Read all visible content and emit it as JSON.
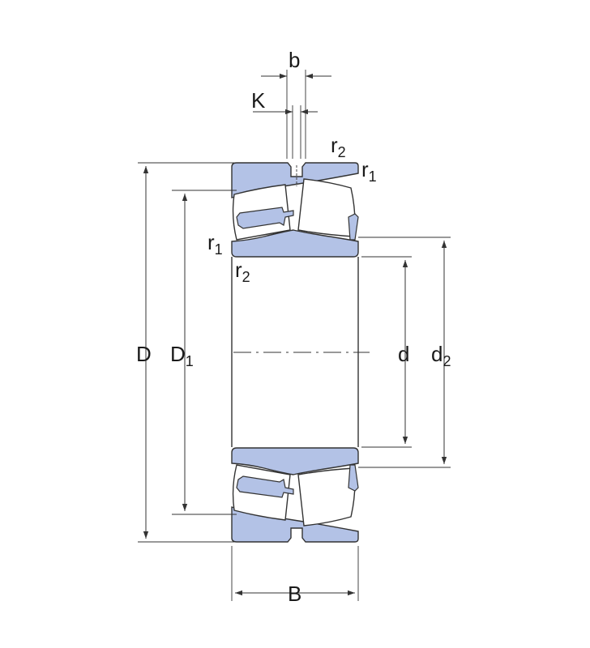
{
  "labels": {
    "b": "b",
    "K": "K",
    "r2_top": {
      "main": "r",
      "sub": "2"
    },
    "r1_top": {
      "main": "r",
      "sub": "1"
    },
    "r1_left": {
      "main": "r",
      "sub": "1"
    },
    "r2_left": {
      "main": "r",
      "sub": "2"
    },
    "D": "D",
    "D1": {
      "main": "D",
      "sub": "1"
    },
    "d": "d",
    "d2": {
      "main": "d",
      "sub": "2"
    },
    "B": "B"
  },
  "colors": {
    "ring_fill": "#b3c2e6",
    "line": "#333333",
    "text": "#1a1a1a",
    "background": "#ffffff"
  }
}
